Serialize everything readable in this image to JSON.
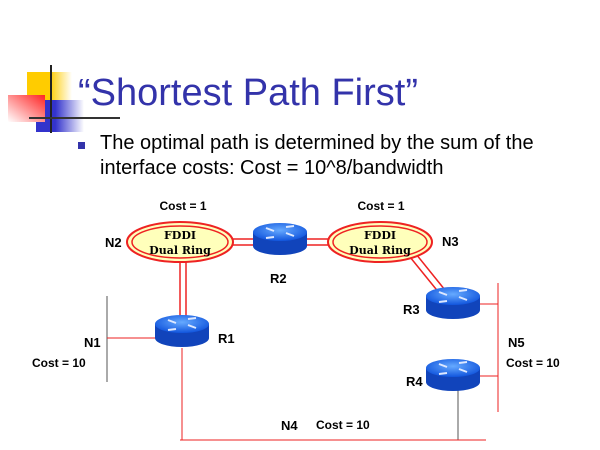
{
  "slide": {
    "title": "“Shortest Path First”",
    "bullet": "The optimal path is determined by the sum of the interface costs: Cost = 10^8/bandwidth"
  },
  "diagram": {
    "rings": [
      {
        "name": "N2",
        "line1": "FDDI",
        "line2": "Dual Ring",
        "cost": "Cost = 1"
      },
      {
        "name": "N3",
        "line1": "FDDI",
        "line2": "Dual Ring",
        "cost": "Cost = 1"
      }
    ],
    "routers": [
      "R1",
      "R2",
      "R3",
      "R4"
    ],
    "networks": {
      "n1": "N1",
      "n1_cost": "Cost = 10",
      "n4": "N4",
      "n4_cost": "Cost = 10",
      "n5": "N5",
      "n5_cost": "Cost = 10"
    },
    "colors": {
      "link": "#ee2222",
      "router": "#2266dd",
      "ring_fill": "#ffffbb",
      "title": "#3333aa"
    }
  }
}
